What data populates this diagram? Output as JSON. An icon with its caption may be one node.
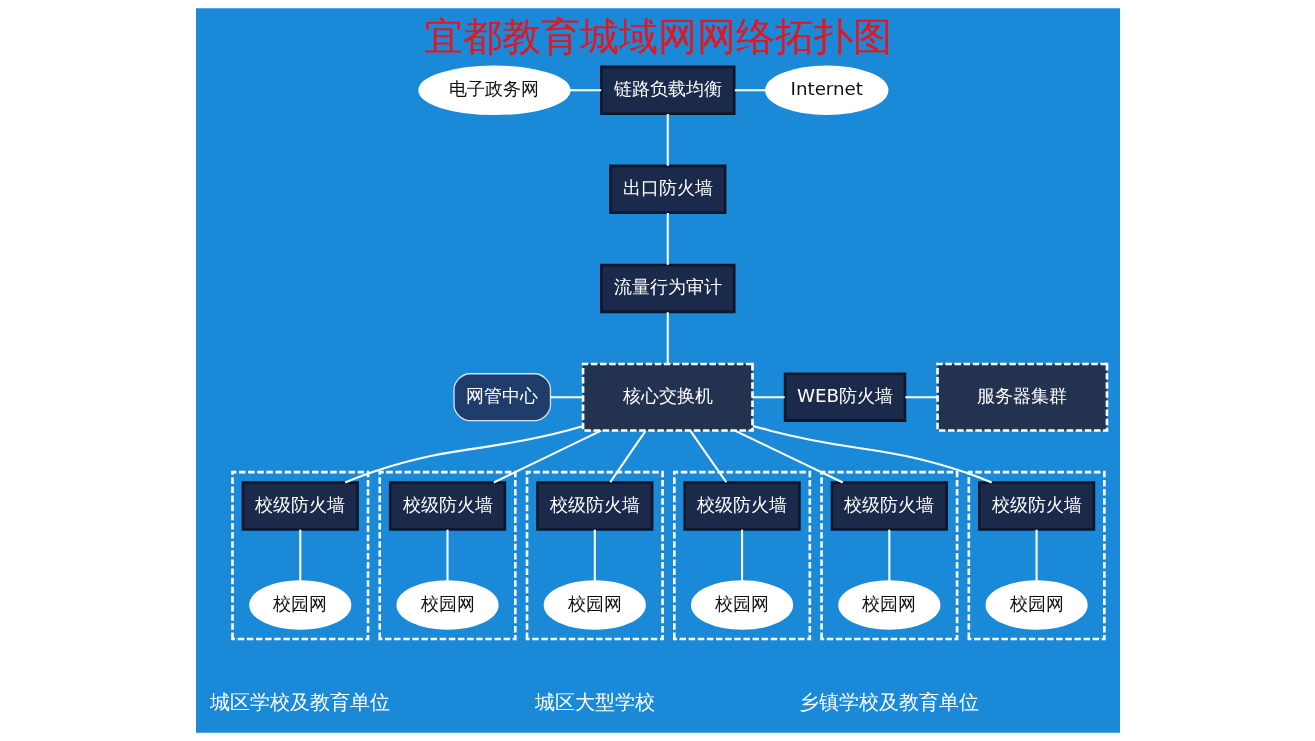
{
  "diagram": {
    "title": "宜都教育城域网网络拓扑图",
    "nodes": [
      {
        "text": [
          "电子政务网"
        ]
      },
      {
        "text": [
          "Internet"
        ]
      },
      {
        "text": [
          "链路负载均衡"
        ]
      },
      {
        "text": [
          "出口防火墙"
        ]
      },
      {
        "text": [
          "流量行为审计"
        ]
      },
      {
        "text": [
          "网管中心"
        ]
      },
      {
        "text": [
          "核心交换机"
        ]
      },
      {
        "text": [
          "WEB防火墙"
        ]
      },
      {
        "text": [
          "服务器集群"
        ]
      },
      {
        "text": [],
        "shape": "box"
      },
      {
        "text": [
          "校级防火墙"
        ],
        "in": 9
      },
      {
        "text": [
          "校园网"
        ],
        "in": 9
      },
      {
        "text": [],
        "shape": "box"
      },
      {
        "text": [
          "校级防火墙"
        ],
        "in": 12
      },
      {
        "text": [
          "校园网"
        ],
        "in": 12
      },
      {
        "text": [],
        "shape": "box"
      },
      {
        "text": [
          "校级防火墙"
        ],
        "in": 15
      },
      {
        "text": [
          "校园网"
        ],
        "in": 15
      },
      {
        "text": [],
        "shape": "box"
      },
      {
        "text": [
          "校级防火墙"
        ],
        "in": 18
      },
      {
        "text": [
          "校园网"
        ],
        "in": 18
      },
      {
        "text": [],
        "shape": "box"
      },
      {
        "text": [
          "校级防火墙"
        ],
        "in": 21
      },
      {
        "text": [
          "校园网"
        ],
        "in": 21
      },
      {
        "text": [],
        "shape": "box"
      },
      {
        "text": [
          "校级防火墙"
        ],
        "in": 24
      },
      {
        "text": [
          "校园网"
        ],
        "in": 24
      }
    ],
    "edges": [
      {
        "from": 0,
        "to": 2,
        "arrow": "none"
      },
      {
        "from": 2,
        "to": 1,
        "arrow": "none"
      },
      {
        "from": 2,
        "to": 3,
        "arrow": "none"
      },
      {
        "from": 3,
        "to": 4,
        "arrow": "none"
      },
      {
        "from": 4,
        "to": 6,
        "arrow": "none"
      },
      {
        "from": 5,
        "to": 6,
        "arrow": "none"
      },
      {
        "from": 6,
        "to": 7,
        "arrow": "none"
      },
      {
        "from": 7,
        "to": 8,
        "arrow": "none"
      },
      {
        "from": 6,
        "to": 10,
        "arrow": "none"
      },
      {
        "from": 6,
        "to": 13,
        "arrow": "none"
      },
      {
        "from": 6,
        "to": 16,
        "arrow": "none"
      },
      {
        "from": 6,
        "to": 19,
        "arrow": "none"
      },
      {
        "from": 6,
        "to": 22,
        "arrow": "none"
      },
      {
        "from": 6,
        "to": 25,
        "arrow": "none"
      },
      {
        "from": 10,
        "to": 11,
        "arrow": "none"
      },
      {
        "from": 13,
        "to": 14,
        "arrow": "none"
      },
      {
        "from": 16,
        "to": 17,
        "arrow": "none"
      },
      {
        "from": 19,
        "to": 20,
        "arrow": "none"
      },
      {
        "from": 22,
        "to": 23,
        "arrow": "none"
      },
      {
        "from": 25,
        "to": 26,
        "arrow": "none"
      }
    ],
    "labels": [
      "城区学校及教育单位",
      "城区大型学校",
      "乡镇学校及教育单位"
    ]
  }
}
